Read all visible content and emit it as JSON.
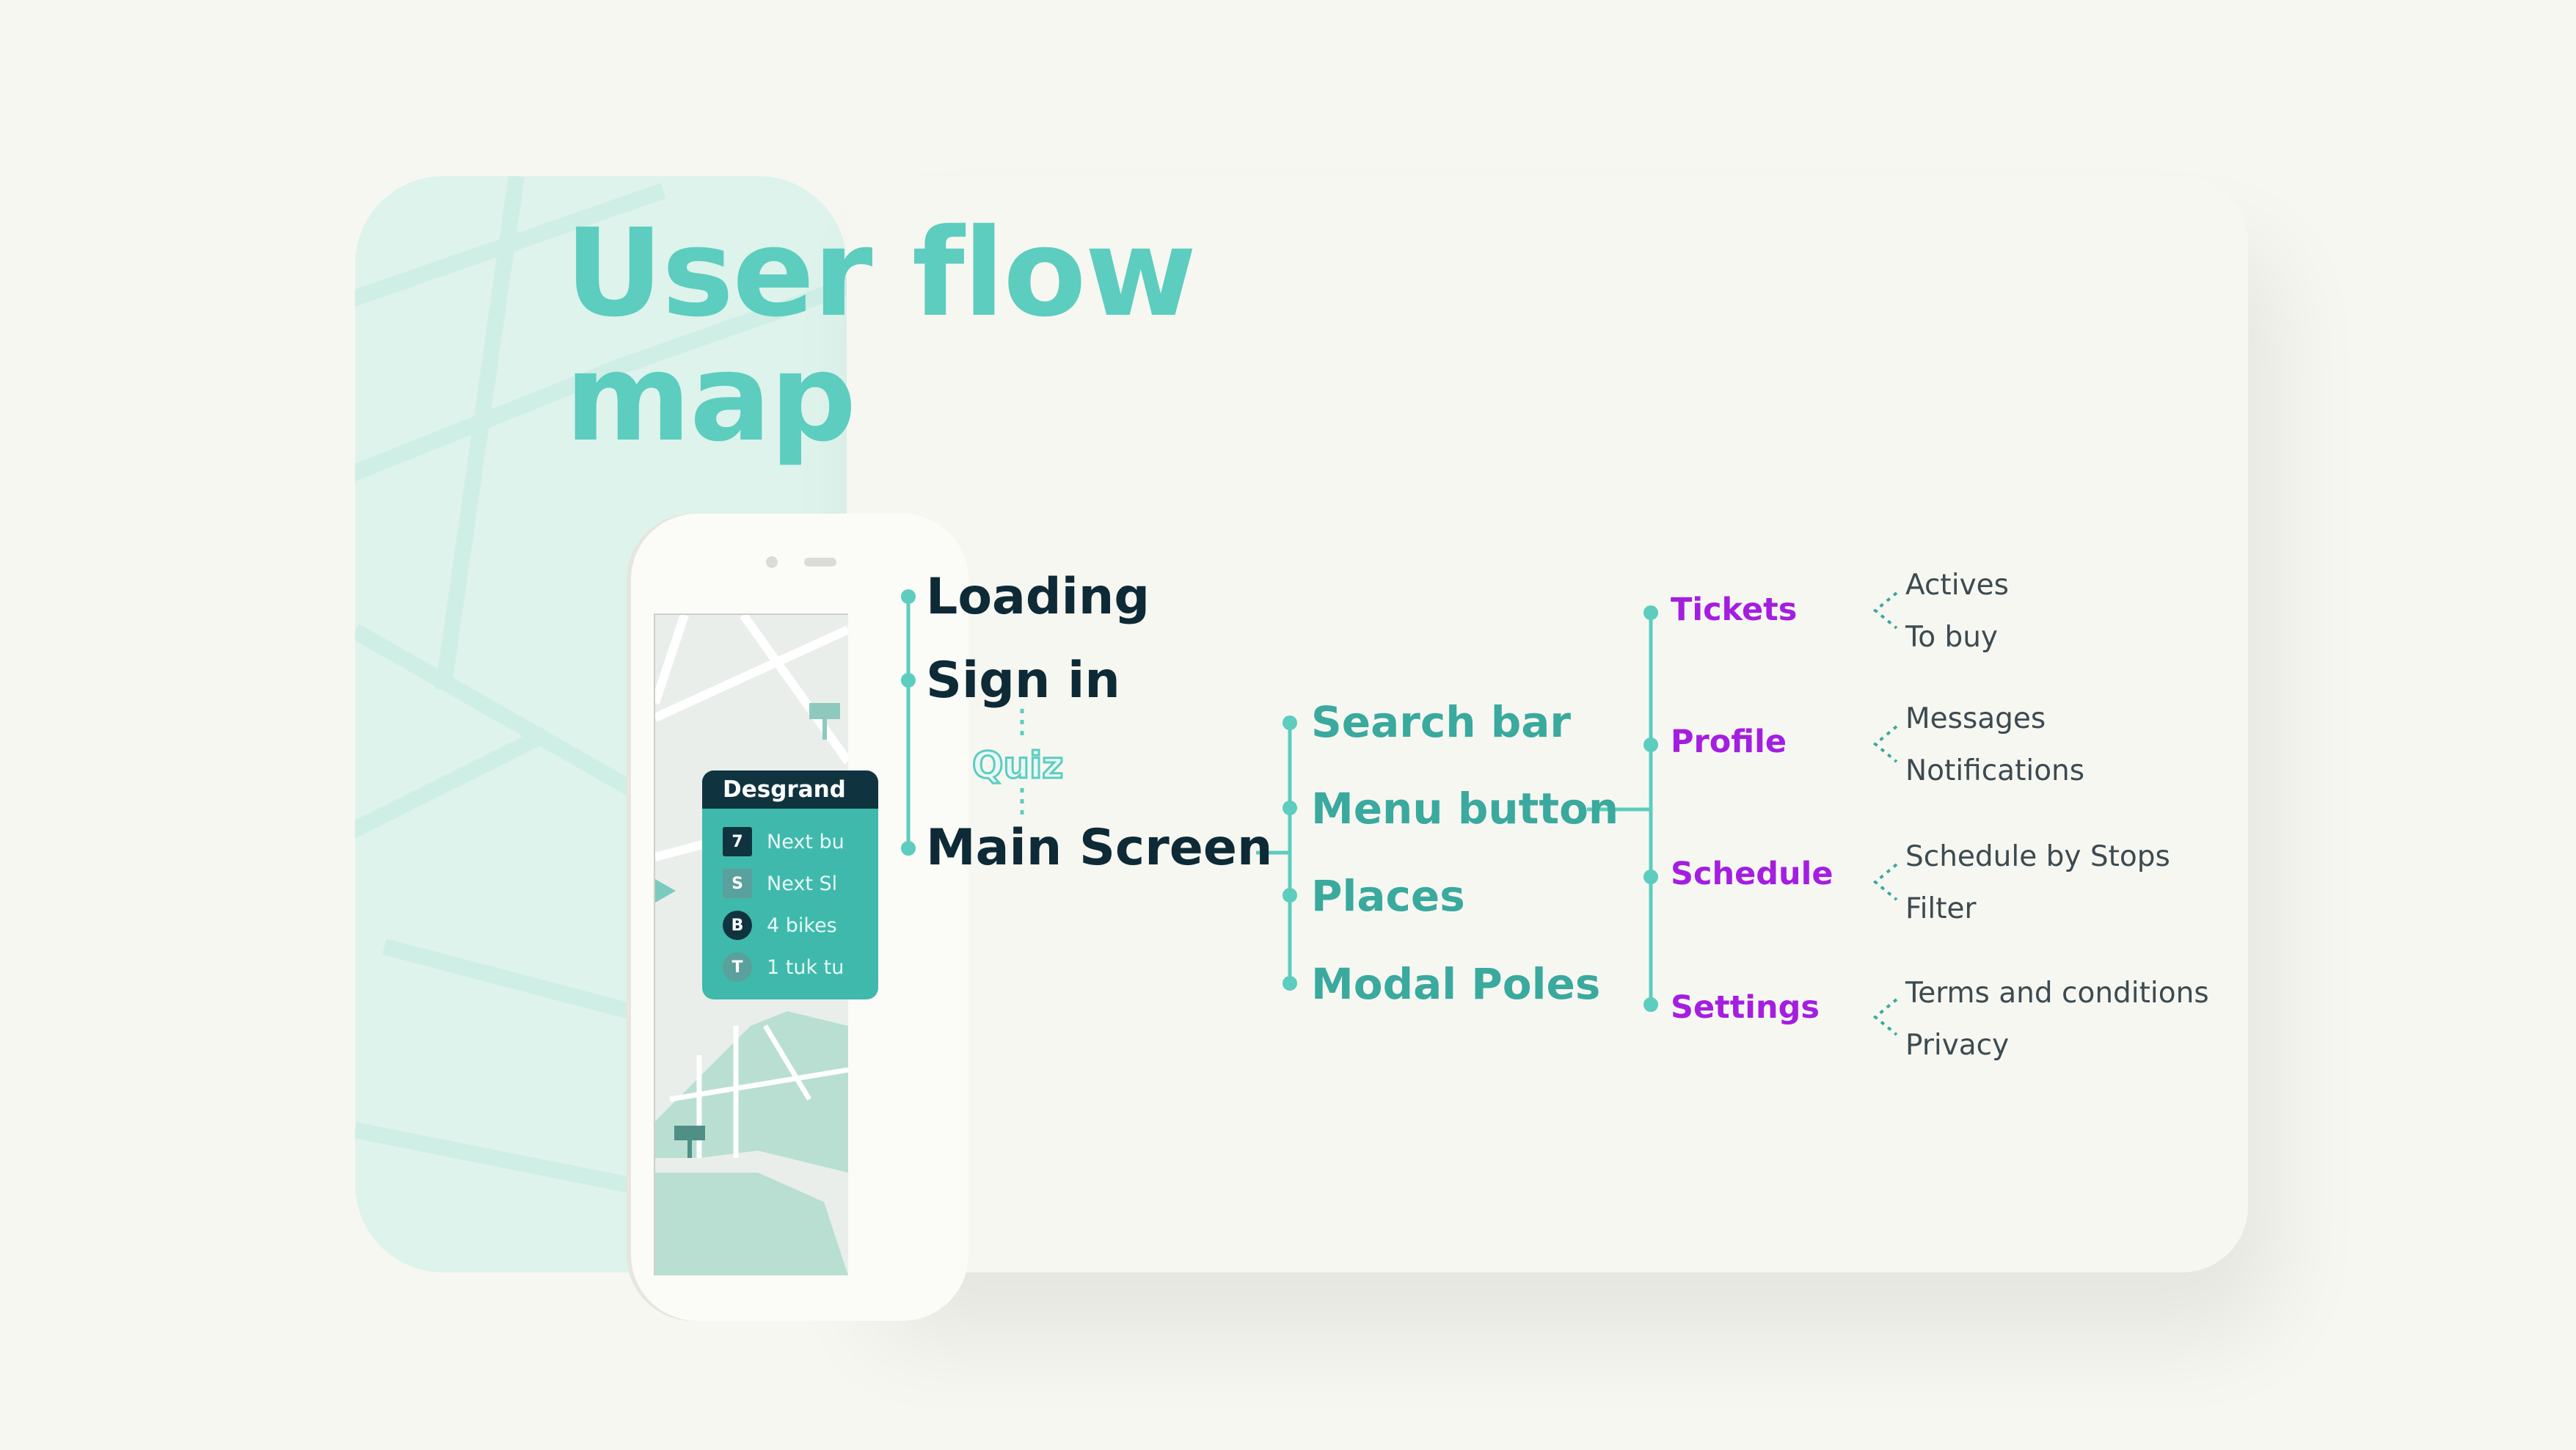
{
  "title": {
    "line1": "User flow",
    "line2": "map"
  },
  "phone": {
    "card_title": "Desgrand",
    "rows": [
      {
        "badge": "7",
        "text": "Next bu"
      },
      {
        "badge": "S",
        "text": "Next Sl"
      },
      {
        "badge": "B",
        "text": "4 bikes"
      },
      {
        "badge": "T",
        "text": "1 tuk tu"
      }
    ]
  },
  "flow": {
    "primary": [
      "Loading",
      "Sign in",
      "Main Screen"
    ],
    "quiz": "Quiz",
    "main_screen_children": [
      "Search bar",
      "Menu button",
      "Places",
      "Modal Poles"
    ],
    "menu_children": [
      {
        "label": "Tickets",
        "children": [
          "Actives",
          "To buy"
        ]
      },
      {
        "label": "Profile",
        "children": [
          "Messages",
          "Notifications"
        ]
      },
      {
        "label": "Schedule",
        "children": [
          "Schedule by Stops",
          "Filter"
        ]
      },
      {
        "label": "Settings",
        "children": [
          "Terms and conditions",
          "Privacy"
        ]
      }
    ]
  },
  "colors": {
    "teal": "#5ccdbf",
    "dark_teal": "#3aa99e",
    "navy": "#0d2a36",
    "purple": "#a41ee0",
    "mint_bg": "#ddf3ec",
    "page_bg": "#f7f7f2"
  }
}
